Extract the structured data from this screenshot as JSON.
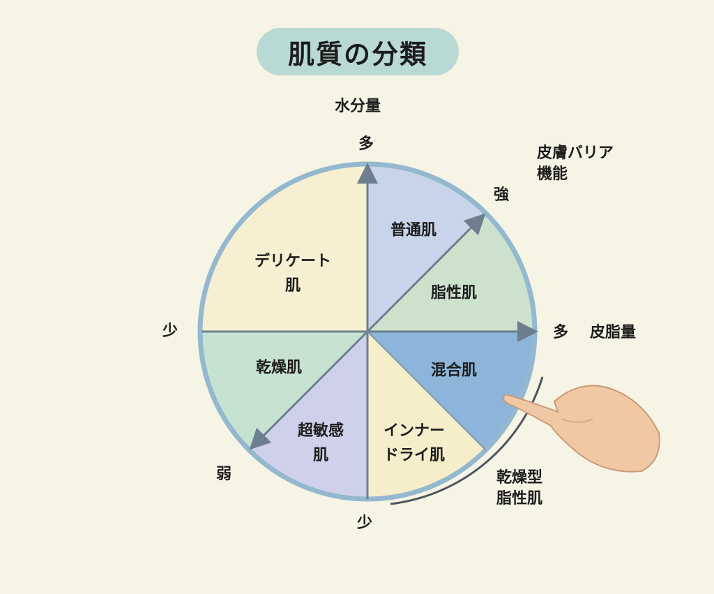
{
  "title": "肌質の分類",
  "axes": {
    "water": {
      "label": "水分量",
      "high": "多",
      "low": "少"
    },
    "sebum": {
      "label": "皮脂量",
      "high": "多",
      "low": "少"
    },
    "barrier": {
      "label_line1": "皮膚バリア",
      "label_line2": "機能",
      "high": "強",
      "low": "弱"
    }
  },
  "segments": [
    {
      "line1": "デリケート",
      "line2": "肌",
      "color": "#f6efd2"
    },
    {
      "line1": "普通肌",
      "line2": "",
      "color": "#c8d4ea"
    },
    {
      "line1": "脂性肌",
      "line2": "",
      "color": "#cce2cd"
    },
    {
      "line1": "混合肌",
      "line2": "",
      "color": "#8db5d9"
    },
    {
      "line1": "インナー",
      "line2": "ドライ肌",
      "color": "#f6eecb"
    },
    {
      "line1": "超敏感",
      "line2": "肌",
      "color": "#cfd0ea"
    },
    {
      "line1": "乾燥肌",
      "line2": "",
      "color": "#c8e2d2"
    }
  ],
  "callout": {
    "line1": "乾燥型",
    "line2": "脂性肌"
  }
}
